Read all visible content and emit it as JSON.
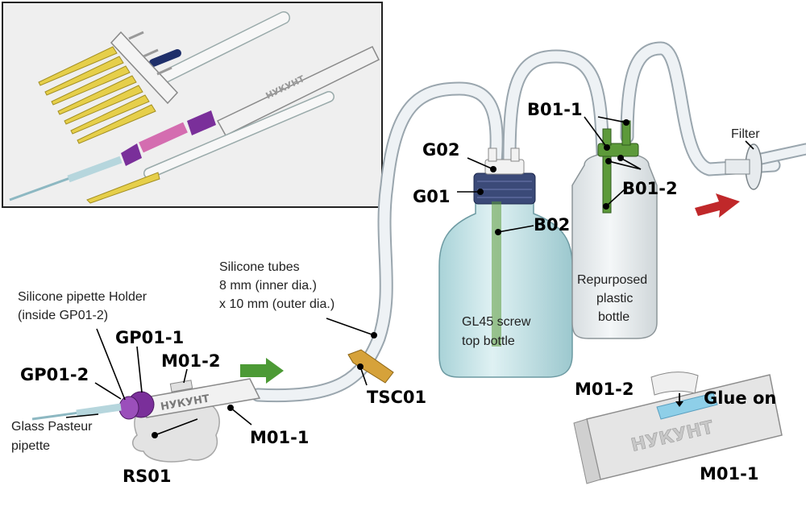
{
  "labels": {
    "filter": "Filter",
    "b01_1": "B01-1",
    "b01_2": "B01-2",
    "g02": "G02",
    "g01": "G01",
    "b02": "B02",
    "silicone_tubes_line1": "Silicone tubes",
    "silicone_tubes_line2": "8 mm (inner dia.)",
    "silicone_tubes_line3": "x 10 mm (outer dia.)",
    "repurposed_line1": "Repurposed",
    "repurposed_line2": "plastic",
    "repurposed_line3": "bottle",
    "gl45_line1": "GL45 screw",
    "gl45_line2": "top bottle",
    "holder_line1": "Silicone pipette Holder",
    "holder_line2": "(inside GP01-2)",
    "gp01_1": "GP01-1",
    "m01_2_left": "M01-2",
    "gp01_2": "GP01-2",
    "glass_line1": "Glass Pasteur",
    "glass_line2": "pipette",
    "m01_1_left": "M01-1",
    "rs01": "RS01",
    "tsc01": "TSC01",
    "m01_2_right": "M01-2",
    "glue_on": "Glue on",
    "m01_1_right": "M01-1",
    "brand_text": "НУКУНТ"
  },
  "colors": {
    "tube": "#e9eef2",
    "tube_edge": "#9aa6ae",
    "bottle_glass": "#bfe0e4",
    "cap_blue": "#3b4a78",
    "green_tube": "#5d9a3a",
    "arrow_green": "#4c9a35",
    "arrow_red": "#c0282a",
    "purple": "#7a2f9a",
    "yellow_tip": "#e6cf4a",
    "inset_bg": "#efefef"
  }
}
